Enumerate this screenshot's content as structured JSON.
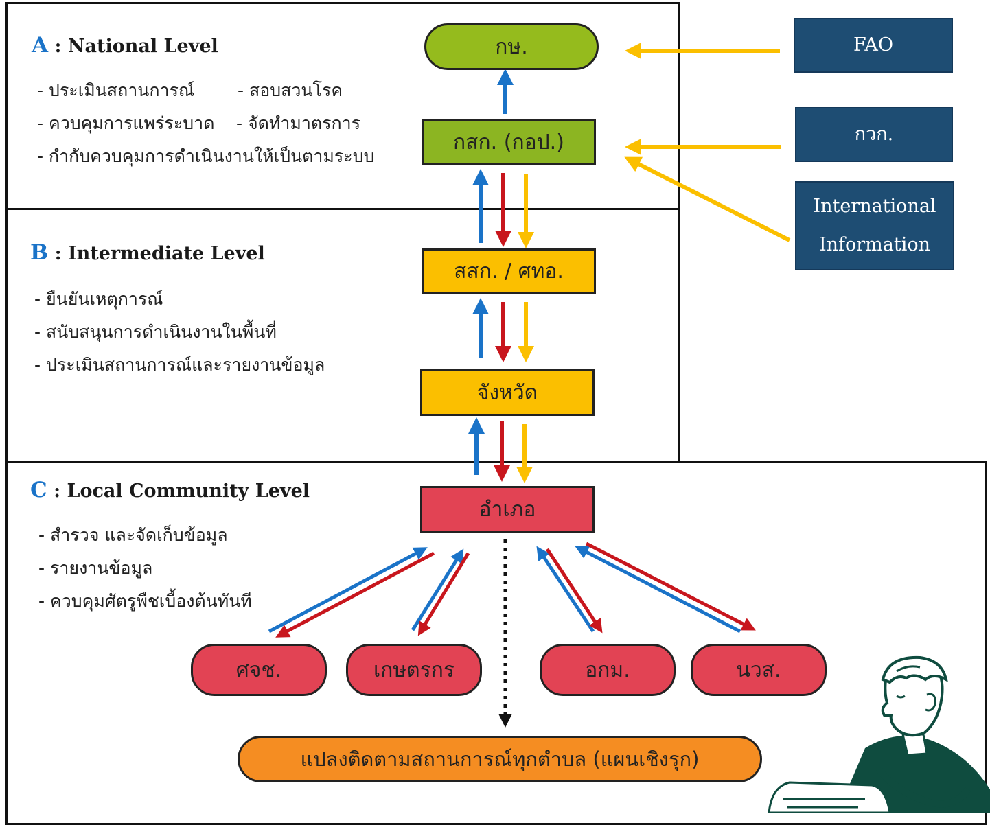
{
  "level_a": {
    "letter": "A",
    "title": " : National Level",
    "bullets": [
      "- ประเมินสถานการณ์",
      "- สอบสวนโรค",
      "- ควบคุมการแพร่ระบาด",
      "- จัดทำมาตรการ",
      "- กำกับควบคุมการดำเนินงานให้เป็นตามระบบ"
    ]
  },
  "level_b": {
    "letter": "B",
    "title": " : Intermediate Level",
    "bullets": [
      "- ยืนยันเหตุการณ์",
      "- สนับสนุนการดำเนินงานในพื้นที่",
      "- ประเมินสถานการณ์และรายงานข้อมูล"
    ]
  },
  "level_c": {
    "letter": "C",
    "title": " : Local Community Level",
    "bullets": [
      "- สำรวจ และจัดเก็บข้อมูล",
      "- รายงานข้อมูล",
      "- ควบคุมศัตรูพืชเบื้องต้นทันที"
    ]
  },
  "nodes": {
    "ks": "กษ.",
    "ksk": "กสก. (กอป.)",
    "ssk": "สสก. / ศทอ.",
    "province": "จังหวัด",
    "district": "อำเภอ",
    "sjch": "ศจช.",
    "farmer": "เกษตรกร",
    "aokm": "อกม.",
    "nws": "นวส.",
    "plots": "แปลงติดตามสถานการณ์ทุกตำบล (แผนเชิงรุก)"
  },
  "sources": {
    "fao": "FAO",
    "kwk": "กวก.",
    "intl_line1": "International",
    "intl_line2": "Information"
  },
  "colors": {
    "blue_arrow": "#1a73c8",
    "red_arrow": "#c8161d",
    "yellow_arrow": "#fbbf00",
    "navy_box": "#1e4d73",
    "green": "#8cb522",
    "yellow": "#fbbf00",
    "red": "#e24354",
    "orange": "#f58d22"
  }
}
